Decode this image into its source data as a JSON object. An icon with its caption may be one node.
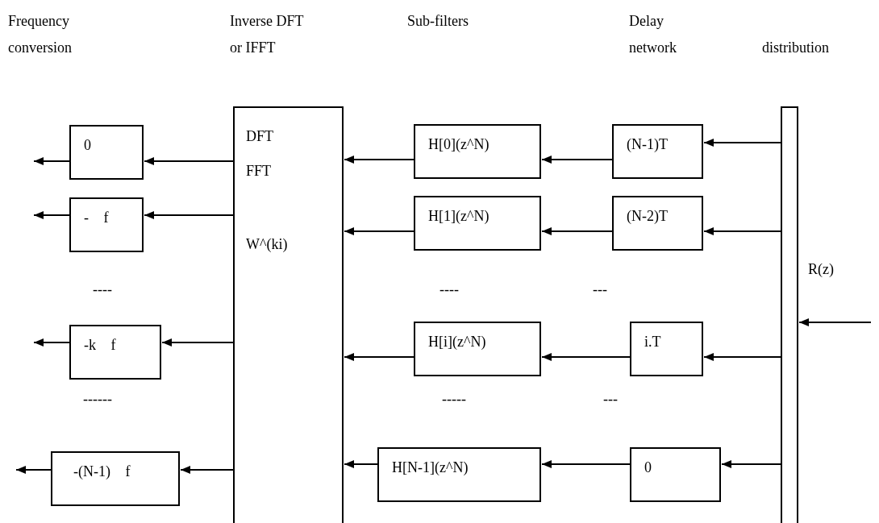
{
  "diagram": {
    "nodes": [
      {
        "text": [
          "0"
        ]
      },
      {
        "text": [
          "DFT FFT",
          "W^(ki)"
        ]
      },
      {
        "text": [
          "H[0](z^N)"
        ]
      },
      {
        "text": [
          "(N-1)T"
        ]
      },
      {
        "text": [],
        "shape": "bar"
      },
      {
        "text": [
          "- f"
        ]
      },
      {
        "text": [
          "H[1](z^N)"
        ]
      },
      {
        "text": [
          "(N-2)T"
        ]
      },
      {
        "text": [
          "-k f"
        ]
      },
      {
        "text": [
          "H[i](z^N)"
        ]
      },
      {
        "text": [
          "i.T"
        ]
      },
      {
        "text": [
          "-(N-1) f"
        ]
      },
      {
        "text": [
          "H[N-1](z^N)"
        ]
      },
      {
        "text": [
          "0"
        ]
      }
    ],
    "edges": [
      {
        "from": 4,
        "to": 3,
        "arrow": "to"
      },
      {
        "from": 3,
        "to": 2,
        "arrow": "to"
      },
      {
        "from": 2,
        "to": 1,
        "arrow": "to"
      },
      {
        "from": 1,
        "to": 0,
        "arrow": "to"
      },
      {
        "from": 0,
        "to": null,
        "arrow": "to"
      },
      {
        "from": 4,
        "to": 7,
        "arrow": "to"
      },
      {
        "from": 7,
        "to": 6,
        "arrow": "to"
      },
      {
        "from": 6,
        "to": 1,
        "arrow": "to"
      },
      {
        "from": 1,
        "to": 5,
        "arrow": "to"
      },
      {
        "from": 5,
        "to": null,
        "arrow": "to"
      },
      {
        "from": 4,
        "to": 10,
        "arrow": "to"
      },
      {
        "from": 10,
        "to": 9,
        "arrow": "to"
      },
      {
        "from": 9,
        "to": 1,
        "arrow": "to"
      },
      {
        "from": 1,
        "to": 8,
        "arrow": "to"
      },
      {
        "from": 8,
        "to": null,
        "arrow": "to"
      },
      {
        "from": 4,
        "to": 13,
        "arrow": "to"
      },
      {
        "from": 13,
        "to": 12,
        "arrow": "to"
      },
      {
        "from": 12,
        "to": 1,
        "arrow": "to"
      },
      {
        "from": 1,
        "to": 11,
        "arrow": "to"
      },
      {
        "from": 11,
        "to": null,
        "arrow": "to"
      },
      {
        "from": null,
        "to": 4,
        "arrow": "to",
        "label": "R(z)"
      }
    ],
    "labels": [
      "Frequency conversion",
      "Inverse DFT or IFFT",
      "Sub-filters",
      "Delay network",
      "distribution",
      "----",
      "----",
      "---",
      "------",
      "-----",
      "---"
    ]
  }
}
